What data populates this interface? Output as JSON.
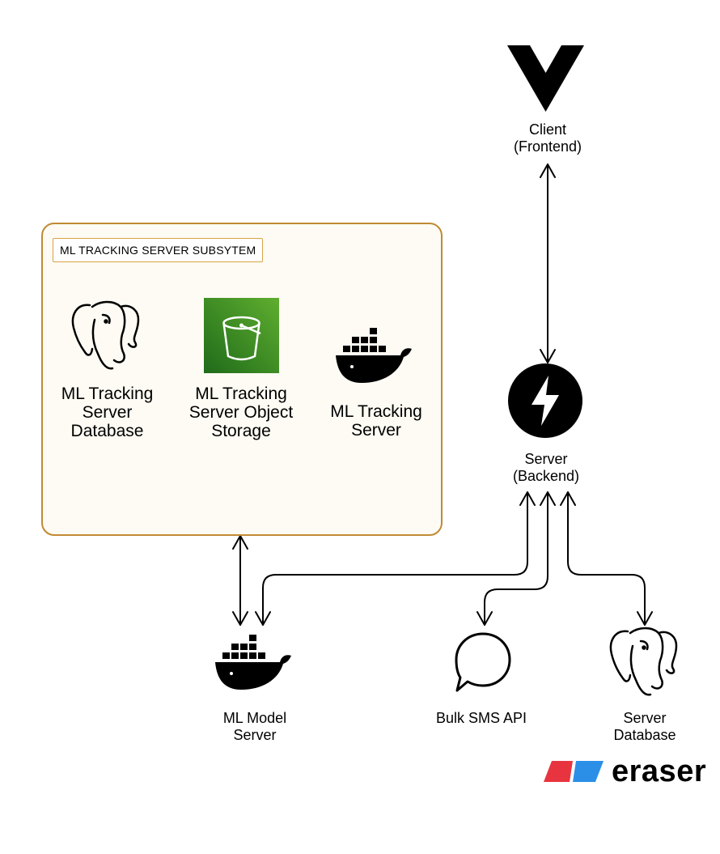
{
  "subsystem": {
    "title": "ML TRACKING SERVER SUBSYTEM",
    "border_color": "#c08a33",
    "fill_color": "#fdfbf3"
  },
  "nodes": {
    "client": {
      "label": "Client\n(Frontend)",
      "icon": "vue-icon"
    },
    "server": {
      "label": "Server\n(Backend)",
      "icon": "fastapi-icon"
    },
    "ml_tracking_db": {
      "label": "ML Tracking\nServer\nDatabase",
      "icon": "postgresql-icon"
    },
    "ml_tracking_storage": {
      "label": "ML Tracking\nServer Object\nStorage",
      "icon": "s3-bucket-icon",
      "color": "#2e7d1f"
    },
    "ml_tracking_server": {
      "label": "ML Tracking\nServer",
      "icon": "docker-icon"
    },
    "ml_model_server": {
      "label": "ML Model\nServer",
      "icon": "docker-icon"
    },
    "bulk_sms": {
      "label": "Bulk SMS API",
      "icon": "chat-bubble-icon"
    },
    "server_db": {
      "label": "Server\nDatabase",
      "icon": "postgresql-icon"
    }
  },
  "connections": [
    {
      "from": "client",
      "to": "server",
      "type": "bidirectional"
    },
    {
      "from": "server",
      "to": "ml_model_server",
      "type": "bidirectional"
    },
    {
      "from": "server",
      "to": "bulk_sms",
      "type": "bidirectional"
    },
    {
      "from": "server",
      "to": "server_db",
      "type": "bidirectional"
    },
    {
      "from": "subsystem",
      "to": "ml_model_server",
      "type": "bidirectional"
    }
  ],
  "brand": {
    "word": "eraser",
    "colors": [
      "#e8343f",
      "#2b8fe8"
    ]
  }
}
